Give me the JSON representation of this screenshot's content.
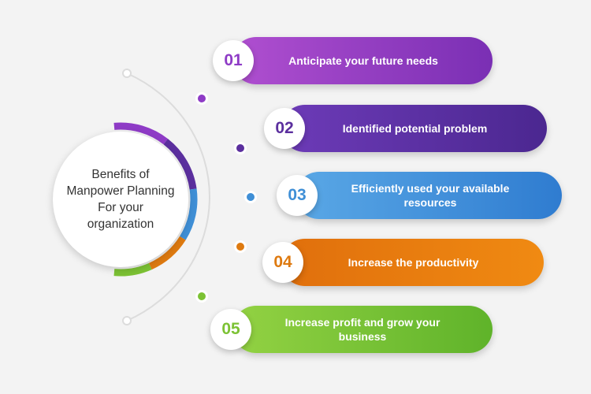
{
  "center": {
    "title": "Benefits of\nManpower Planning\nFor your\norganization"
  },
  "items": [
    {
      "number": "01",
      "label": "Anticipate your future needs",
      "color": "#8e3bc6",
      "gradient": [
        "#b04fd0",
        "#7a2fb4"
      ]
    },
    {
      "number": "02",
      "label": "Identified potential problem",
      "color": "#5b2f9e",
      "gradient": [
        "#6d3bb8",
        "#4b2790"
      ]
    },
    {
      "number": "03",
      "label": "Efficiently used your available\nresources",
      "color": "#3f8fd6",
      "gradient": [
        "#5aa8e6",
        "#2f7cd0"
      ]
    },
    {
      "number": "04",
      "label": "Increase the productivity",
      "color": "#de7a10",
      "gradient": [
        "#e06f0c",
        "#f08a12"
      ]
    },
    {
      "number": "05",
      "label": "Increase profit and grow  your\nbusiness",
      "color": "#7cc234",
      "gradient": [
        "#93d243",
        "#5fb32a"
      ]
    }
  ]
}
